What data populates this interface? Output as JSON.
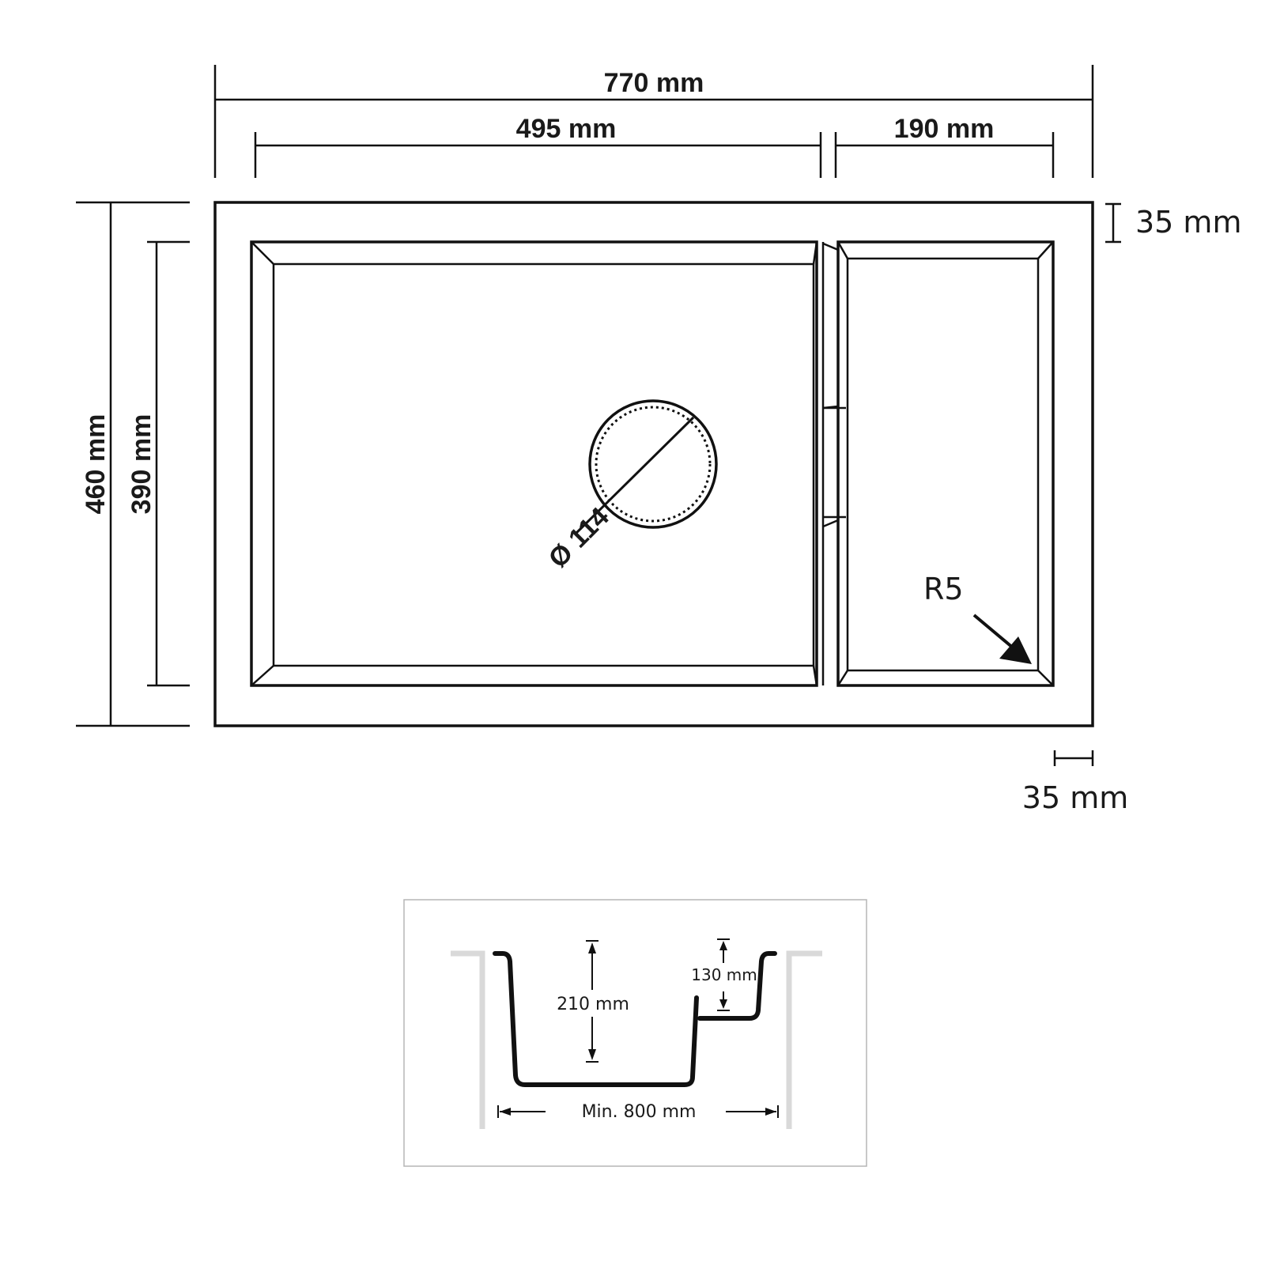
{
  "top_view": {
    "overall_width": "770 mm",
    "main_bowl_width": "495 mm",
    "small_bowl_width": "190 mm",
    "overall_depth": "460 mm",
    "bowl_depth": "390 mm",
    "rim_top": "35 mm",
    "rim_side": "35 mm",
    "drain_diameter": "Ø 114",
    "corner_radius": "R5"
  },
  "cross_section": {
    "main_depth": "210 mm",
    "small_depth": "130 mm",
    "cabinet_width": "Min. 800 mm"
  },
  "colors": {
    "line": "#111111",
    "cabinet": "#d9d9d9",
    "frame": "#b5b5b5"
  }
}
